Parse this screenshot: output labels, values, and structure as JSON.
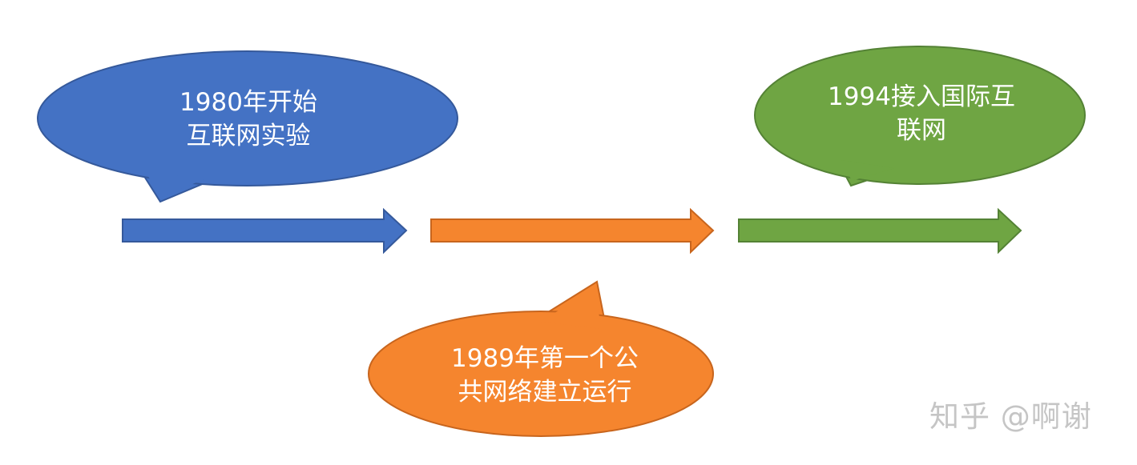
{
  "timeline": {
    "segments": [
      {
        "color": "#4472c4"
      },
      {
        "color": "#ed7d31"
      },
      {
        "color": "#70ad47"
      }
    ]
  },
  "events": [
    {
      "line1": "1980年开始",
      "line2": "互联网实验",
      "color": "#4472c4",
      "position": "above"
    },
    {
      "line1": "1989年第一个公",
      "line2": "共网络建立运行",
      "color": "#ed7d31",
      "position": "below"
    },
    {
      "line1": "1994接入国际互",
      "line2": "联网",
      "color": "#70ad47",
      "position": "above"
    }
  ],
  "watermark": {
    "text": "知乎 @啊谢"
  }
}
